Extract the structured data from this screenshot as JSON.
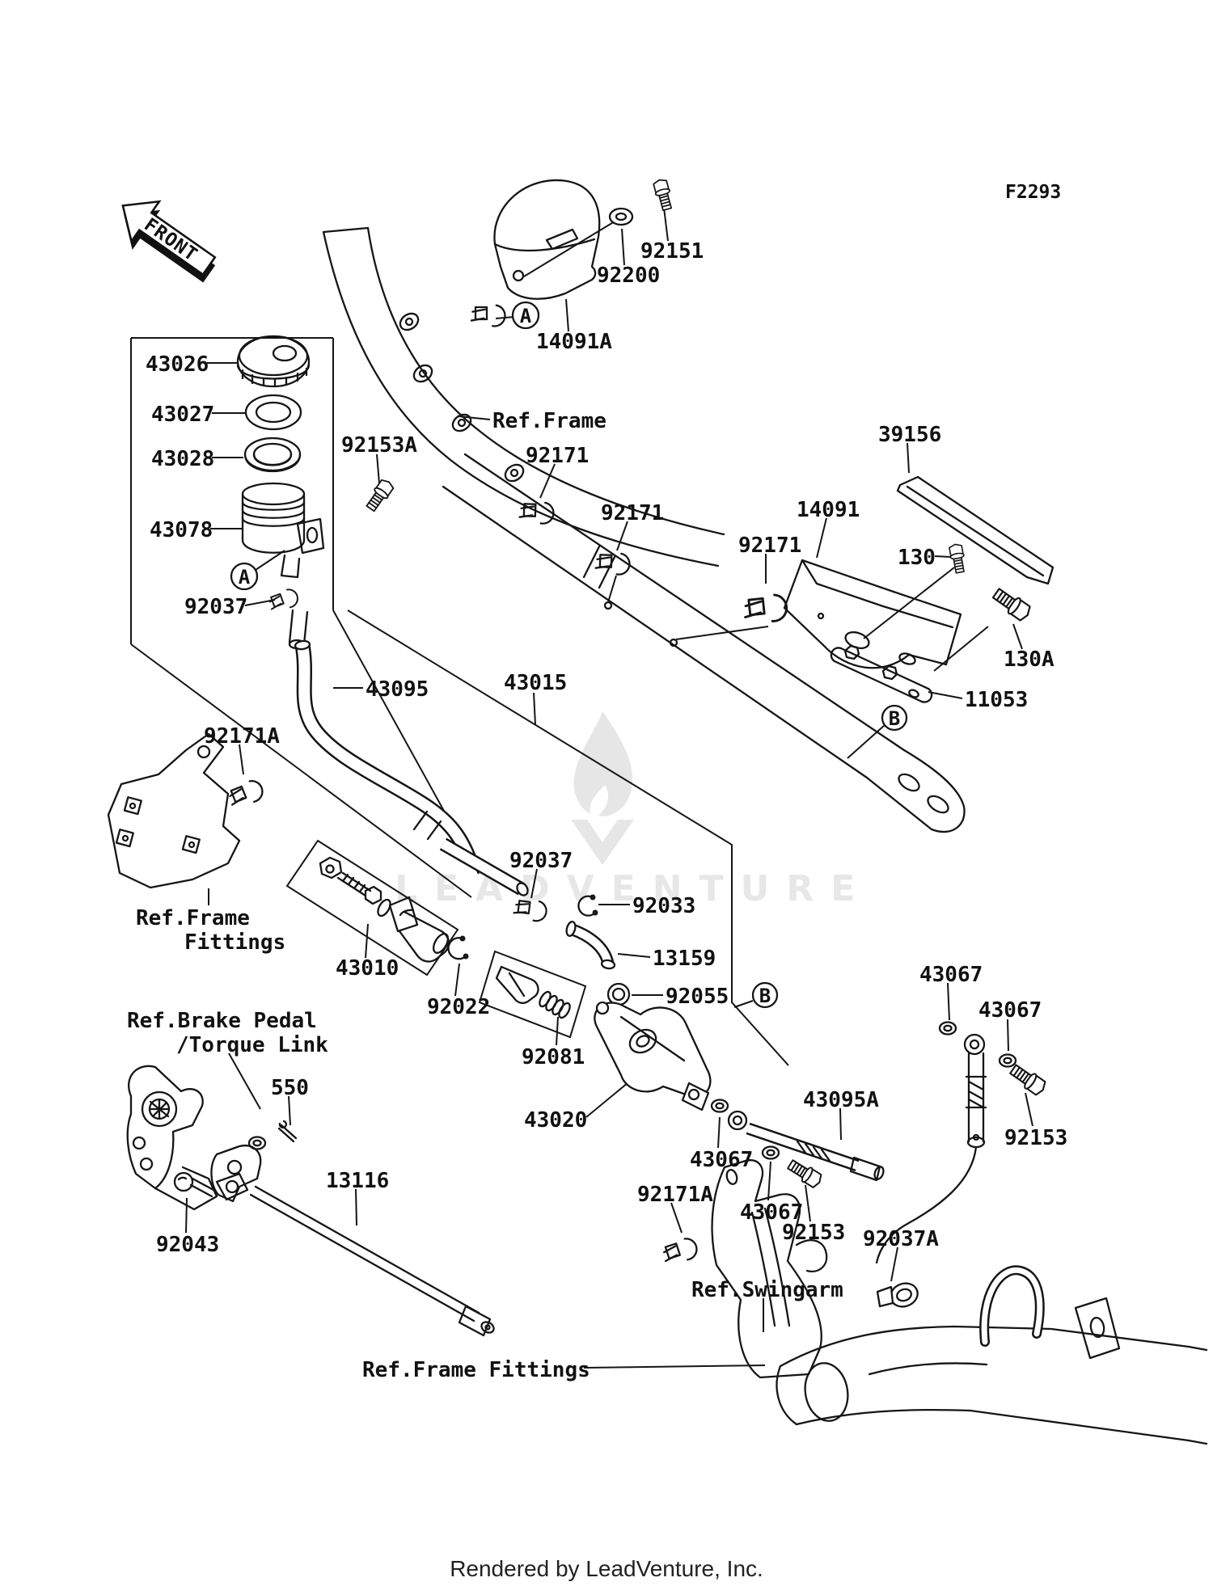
{
  "figure": {
    "code": "F2293",
    "front_marker": "FRONT"
  },
  "watermark": {
    "text": "LEADVENTURE"
  },
  "footer": {
    "credit": "Rendered by LeadVenture, Inc."
  },
  "detail_markers": {
    "a": "A",
    "b": "B"
  },
  "part_labels": {
    "p92151": "92151",
    "p92200": "92200",
    "p14091A": "14091A",
    "p43026": "43026",
    "p43027": "43027",
    "p43028": "43028",
    "p43078": "43078",
    "p92037_reservoir": "92037",
    "p92153A": "92153A",
    "p92171_1": "92171",
    "p92171_2": "92171",
    "p92171_3": "92171",
    "p39156": "39156",
    "p14091": "14091",
    "p130": "130",
    "p130A": "130A",
    "p11053": "11053",
    "p43095": "43095",
    "p43015": "43015",
    "p92171A_left": "92171A",
    "p92171A_bottom": "92171A",
    "p92037_hose": "92037",
    "p92033": "92033",
    "p13159": "13159",
    "p92055": "92055",
    "p43010": "43010",
    "p92022": "92022",
    "p92081": "92081",
    "p43020": "43020",
    "p43095A": "43095A",
    "p43067_r1": "43067",
    "p43067_r2": "43067",
    "p92153_r": "92153",
    "p43067_b1": "43067",
    "p43067_b2": "43067",
    "p92153_b": "92153",
    "p92037A": "92037A",
    "p550": "550",
    "p92043": "92043",
    "p13116": "13116"
  },
  "ref_labels": {
    "frame": "Ref.Frame",
    "frame_fittings_line1": "Ref.Frame",
    "frame_fittings_line2": "Fittings",
    "brake_pedal_line1": "Ref.Brake Pedal",
    "brake_pedal_line2": "/Torque Link",
    "swingarm": "Ref.Swingarm",
    "frame_fittings_bottom": "Ref.Frame Fittings"
  }
}
